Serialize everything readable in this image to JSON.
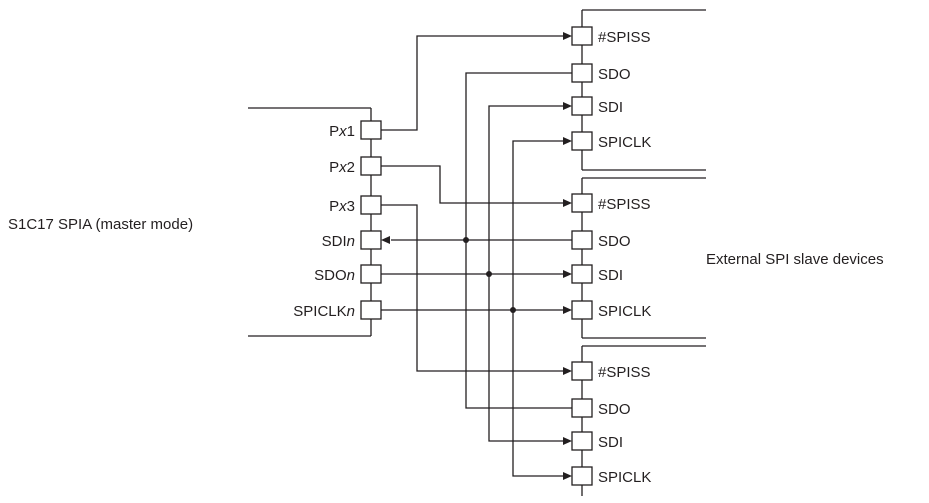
{
  "master": {
    "title": "S1C17 SPIA (master mode)",
    "pins": [
      {
        "prefix": "P",
        "italic": "x",
        "suffix": "1"
      },
      {
        "prefix": "P",
        "italic": "x",
        "suffix": "2"
      },
      {
        "prefix": "P",
        "italic": "x",
        "suffix": "3"
      },
      {
        "prefix": "SDI",
        "italic": "n",
        "suffix": ""
      },
      {
        "prefix": "SDO",
        "italic": "n",
        "suffix": ""
      },
      {
        "prefix": "SPICLK",
        "italic": "n",
        "suffix": ""
      }
    ]
  },
  "slaves": {
    "title": "External SPI slave devices",
    "pin_labels": [
      "#SPISS",
      "SDO",
      "SDI",
      "SPICLK"
    ]
  }
}
